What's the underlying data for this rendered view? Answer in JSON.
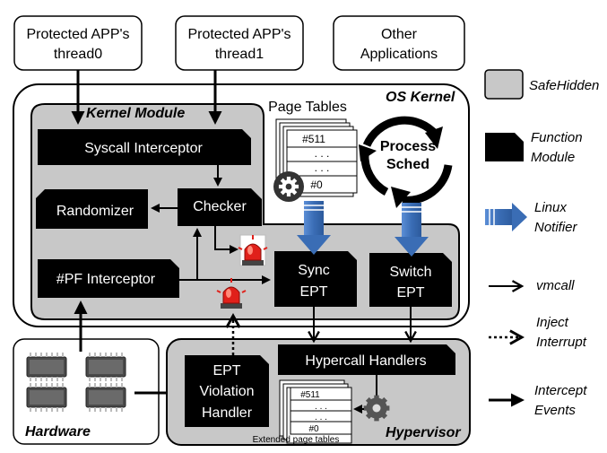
{
  "top_boxes": {
    "thread0": [
      "Protected APP's",
      "thread0"
    ],
    "thread1": [
      "Protected APP's",
      "thread1"
    ],
    "other": [
      "Other",
      "Applications"
    ]
  },
  "os_kernel": "OS Kernel",
  "kernel_module": "Kernel Module",
  "page_tables": {
    "title": "Page Tables",
    "rows": [
      "#511",
      ". . .",
      ". . .",
      "#0"
    ]
  },
  "process_sched": [
    "Process",
    "Sched"
  ],
  "modules": {
    "syscall_interceptor": "Syscall Interceptor",
    "checker": "Checker",
    "randomizer": "Randomizer",
    "pf_interceptor": "#PF Interceptor",
    "sync_ept": [
      "Sync",
      "EPT"
    ],
    "switch_ept": [
      "Switch",
      "EPT"
    ],
    "ept_violation_handler": [
      "EPT",
      "Violation",
      "Handler"
    ],
    "hypercall_handlers": "Hypercall Handlers"
  },
  "hardware": "Hardware",
  "hypervisor": "Hypervisor",
  "extended_page_tables": {
    "caption": "Extended page tables",
    "rows": [
      "#511",
      ". . .",
      ". . .",
      "#0"
    ]
  },
  "legend": {
    "safehidden": "SafeHidden",
    "function_module": [
      "Function",
      "Module"
    ],
    "linux_notifier": [
      "Linux",
      "Notifier"
    ],
    "vmcall": "vmcall",
    "inject_interrupt": [
      "Inject",
      "Interrupt"
    ],
    "intercept_events": [
      "Intercept",
      "Events"
    ]
  },
  "colors": {
    "safehidden_fill": "#c8c8c8",
    "module_fill": "#000000",
    "notifier_arrow": "#3a6db5",
    "siren": "#e0201a"
  }
}
